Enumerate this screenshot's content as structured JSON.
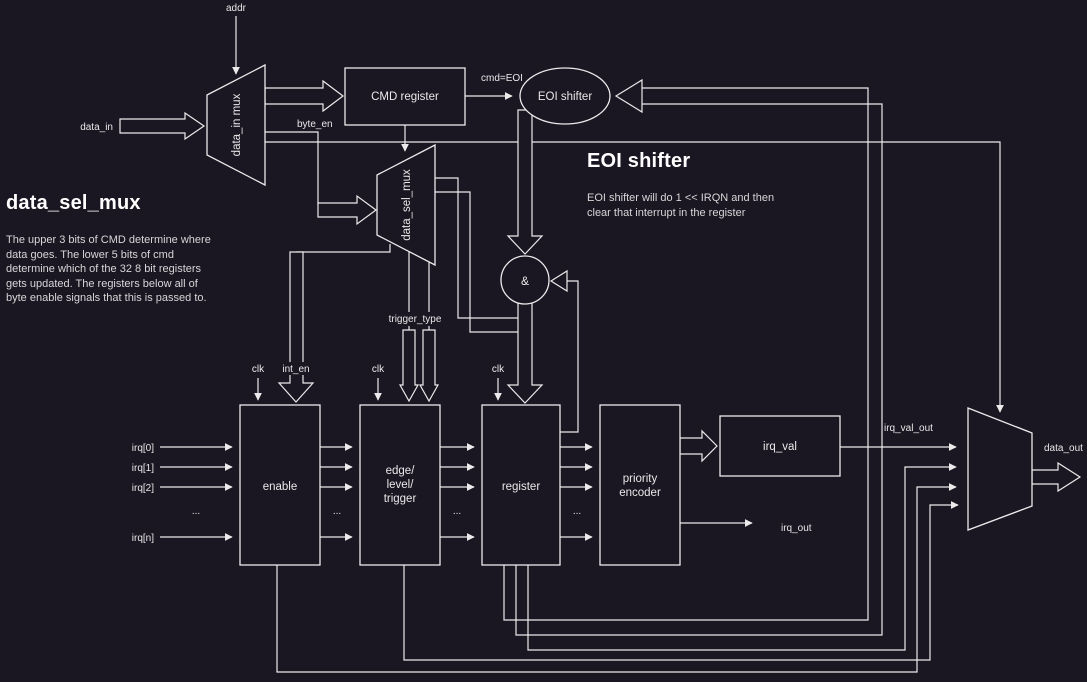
{
  "theme": {
    "bg": "#1a1622",
    "stroke": "#ebebeb",
    "text": "#e9e9e9",
    "muted": "#d7d7d7",
    "heading": "#ffffff"
  },
  "annotations": {
    "left": {
      "title": "data_sel_mux",
      "body": "The upper 3 bits of CMD determine where data goes. The lower 5 bits of cmd determine which of the 32 8 bit registers gets updated. The registers below all of byte enable signals that this is passed to."
    },
    "eoi": {
      "title": "EOI shifter",
      "body": "EOI shifter will do 1 << IRQN and then clear that interrupt in the register"
    }
  },
  "nodes": {
    "data_in_mux": "data_in mux",
    "cmd_register": "CMD register",
    "eoi_shifter": "EOI shifter",
    "data_sel_mux": "data_sel_mux",
    "and_gate": "&",
    "enable": "enable",
    "edge_trigger": [
      "edge/",
      "level/",
      "trigger"
    ],
    "register": "register",
    "priority_encoder": [
      "priority",
      "encoder"
    ],
    "irq_val": "irq_val"
  },
  "signals": {
    "addr": "addr",
    "data_in": "data_in",
    "byte_en": "byte_en",
    "cmd_eoi": "cmd=EOI",
    "trigger_type": "trigger_type",
    "int_en": "int_en",
    "clk": "clk",
    "irq": [
      "irq[0]",
      "irq[1]",
      "irq[2]",
      "irq[n]"
    ],
    "ellipsis": "...",
    "irq_val_out": "irq_val_out",
    "data_out": "data_out",
    "irq_out": "irq_out"
  }
}
